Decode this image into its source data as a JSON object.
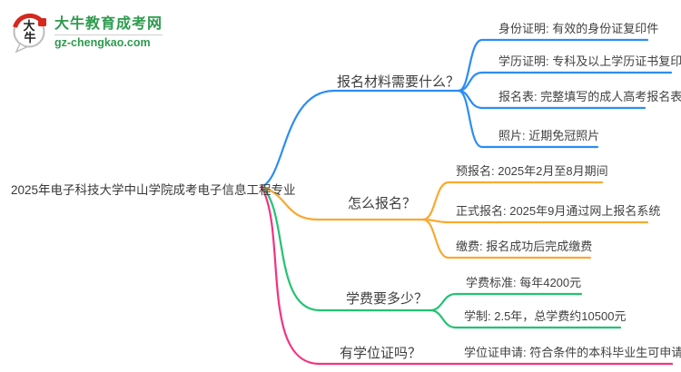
{
  "logo": {
    "title": "大牛教育成考网",
    "domain": "gz-chengkao.com",
    "badge_text": "大牛",
    "brand_green": "#2E9B4E",
    "brand_red": "#D5281E"
  },
  "mindmap": {
    "root_label": "2025年电子科技大学中山学院成考电子信息工程专业",
    "branches": [
      {
        "label": "报名材料需要什么？",
        "color": "#2B8DF4",
        "children": [
          "身份证明: 有效的身份证复印件",
          "学历证明: 专科及以上学历证书复印件",
          "报名表: 完整填写的成人高考报名表",
          "照片: 近期免冠照片"
        ]
      },
      {
        "label": "怎么报名？",
        "color": "#F9A930",
        "children": [
          "预报名: 2025年2月至8月期间",
          "正式报名: 2025年9月通过网上报名系统",
          "缴费: 报名成功后完成缴费"
        ]
      },
      {
        "label": "学费要多少？",
        "color": "#22C373",
        "children": [
          "学费标准: 每年4200元",
          "学制: 2.5年，总学费约10500元"
        ]
      },
      {
        "label": "有学位证吗？",
        "color": "#F5317F",
        "children": [
          "学位证申请: 符合条件的本科毕业生可申请"
        ]
      }
    ]
  }
}
